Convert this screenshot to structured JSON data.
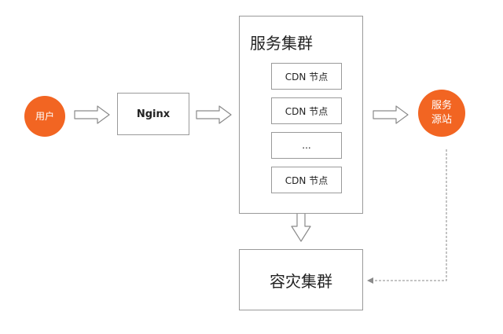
{
  "colors": {
    "accent": "#f26522",
    "border": "#9a9a9a",
    "arrow": "#8a8a8a"
  },
  "nodes": {
    "user": {
      "label": "用户"
    },
    "nginx": {
      "label": "Nginx"
    },
    "service_cluster": {
      "title": "服务集群",
      "items": [
        {
          "label": "CDN 节点"
        },
        {
          "label": "CDN 节点"
        },
        {
          "label": "..."
        },
        {
          "label": "CDN 节点"
        }
      ]
    },
    "origin": {
      "line1": "服务",
      "line2": "源站"
    },
    "dr_cluster": {
      "label": "容灾集群"
    }
  }
}
